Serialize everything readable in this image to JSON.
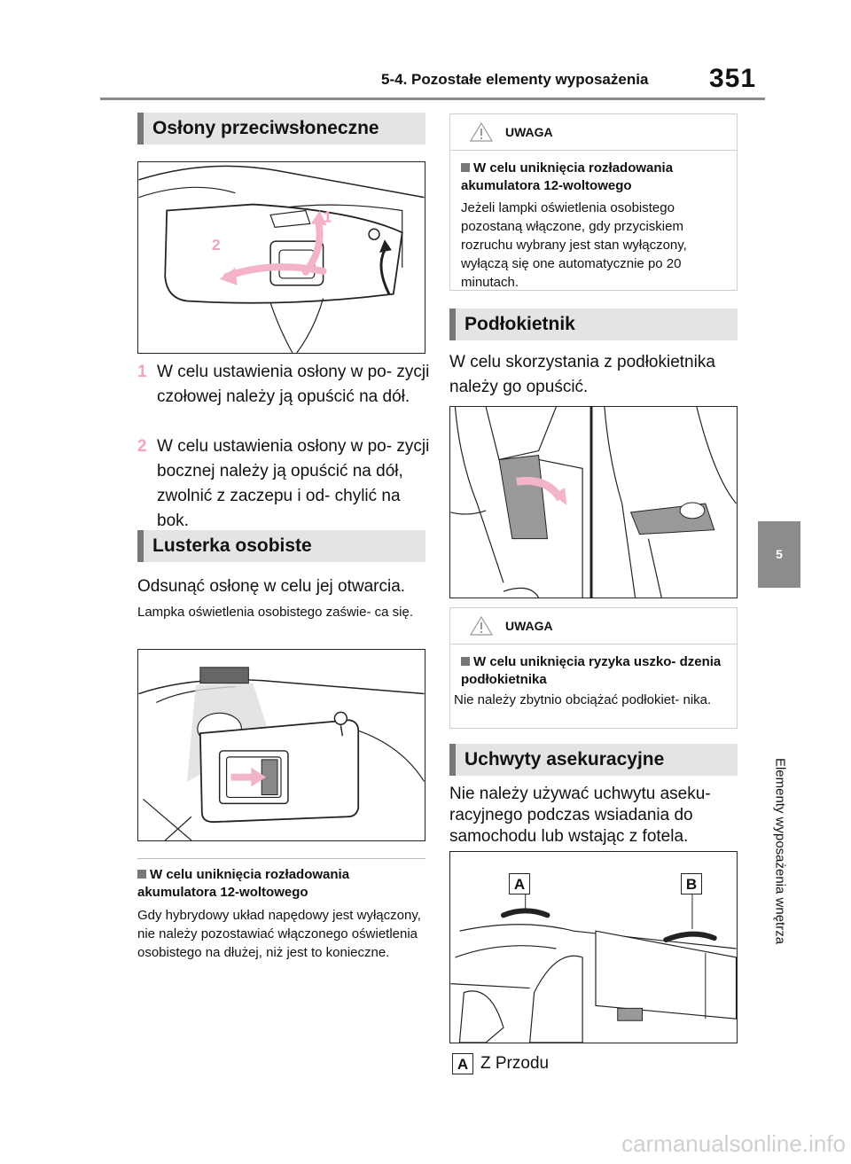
{
  "header": {
    "section": "5-4. Pozostałe elementy wyposażenia",
    "page_number": "351"
  },
  "side_tab": {
    "number": "5",
    "chapter": "Elementy wyposażenia wnętrza"
  },
  "left": {
    "sun_visors": {
      "heading": "Osłony przeciwsłoneczne",
      "fig_label_1": "1",
      "fig_label_2": "2",
      "step1_num": "1",
      "step1_text": "W celu ustawienia osłony w po- zycji czołowej należy ją opuścić na dół.",
      "step2_num": "2",
      "step2_text": "W celu ustawienia osłony w po- zycji bocznej należy ją opuścić na dół, zwolnić z zaczepu i od- chylić na bok."
    },
    "mirrors": {
      "heading": "Lusterka osobiste",
      "text": "Odsunąć osłonę w celu jej otwarcia.",
      "note": "Lampka oświetlenia osobistego zaświe- ca się."
    },
    "note_box": {
      "title": "W celu uniknięcia rozładowania akumulatora 12-woltowego",
      "text": "Gdy hybrydowy układ napędowy jest wyłączony, nie należy pozostawiać włączonego oświetlenia osobistego na dłużej, niż jest to konieczne."
    }
  },
  "right": {
    "warning1": {
      "label": "UWAGA",
      "title": "W celu uniknięcia rozładowania akumulatora 12-woltowego",
      "text": "Jeżeli lampki oświetlenia osobistego pozostaną włączone, gdy przyciskiem rozruchu wybrany jest stan wyłączony, wyłączą się one automatycznie po 20 minutach."
    },
    "armrest": {
      "heading": "Podłokietnik",
      "text": "W celu skorzystania z podłokietnika należy go opuścić."
    },
    "warning2": {
      "label": "UWAGA",
      "title": "W celu uniknięcia ryzyka uszko- dzenia podłokietnika",
      "text": "Nie należy zbytnio obciążać podłokiet- nika."
    },
    "grab_handles": {
      "heading": "Uchwyty asekuracyjne",
      "text": "Nie należy używać uchwytu aseku- racyjnego podczas wsiadania do samochodu lub wstając z fotela.",
      "label_a": "A",
      "label_b": "B",
      "legend_letter": "A",
      "legend_text": "Z Przodu"
    }
  },
  "watermark": "carmanualsonline.info"
}
